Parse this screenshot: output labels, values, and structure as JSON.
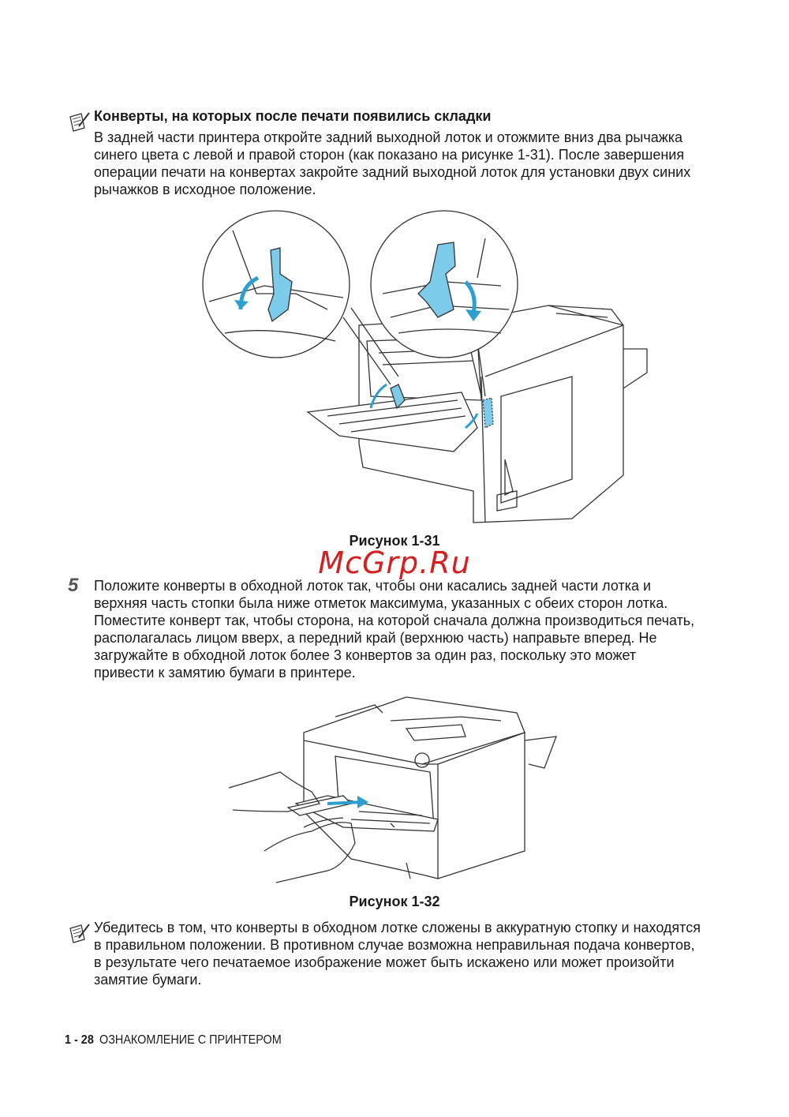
{
  "note1": {
    "icon": "note-pencil-icon",
    "heading": "Конверты, на которых после печати появились складки",
    "lines": [
      "В задней части принтера откройте задний выходной лоток и отожмите вниз два рычажка",
      "синего цвета с левой и правой сторон (как показано на рисунке 1-31). После завершения",
      "операции печати на конвертах закройте задний выходной лоток для установки двух синих",
      "рычажков в исходное положение."
    ]
  },
  "figure1": {
    "caption": "Рисунок 1-31"
  },
  "watermark": "McGrp.Ru",
  "step5": {
    "number": "5",
    "lines": [
      "Положите конверты в обходной лоток так, чтобы они касались задней части лотка и",
      "верхняя часть стопки была ниже отметок максимума, указанных с обеих сторон лотка.",
      "Поместите конверт так, чтобы сторона, на которой сначала должна производиться печать,",
      "располагалась лицом вверх, а передний край (верхнюю часть) направьте вперед. Не",
      "загружайте в обходной лоток более 3 конвертов за один раз, поскольку это может",
      "привести к замятию бумаги в принтере."
    ]
  },
  "figure2": {
    "caption": "Рисунок 1-32"
  },
  "note2": {
    "icon": "note-pencil-icon",
    "lines": [
      "Убедитесь в том, что конверты в обходном лотке сложены в аккуратную стопку и находятся",
      "в правильном положении. В противном случае возможна неправильная подача конвертов,",
      "в результате чего печатаемое изображение может быть искажено или может произойти",
      "замятие бумаги."
    ]
  },
  "footer": {
    "page": "1 - 28",
    "section": "ОЗНАКОМЛЕНИЕ С ПРИНТЕРОМ"
  },
  "colors": {
    "accent_blue": "#7ccbea",
    "watermark_red": "#d42020"
  }
}
